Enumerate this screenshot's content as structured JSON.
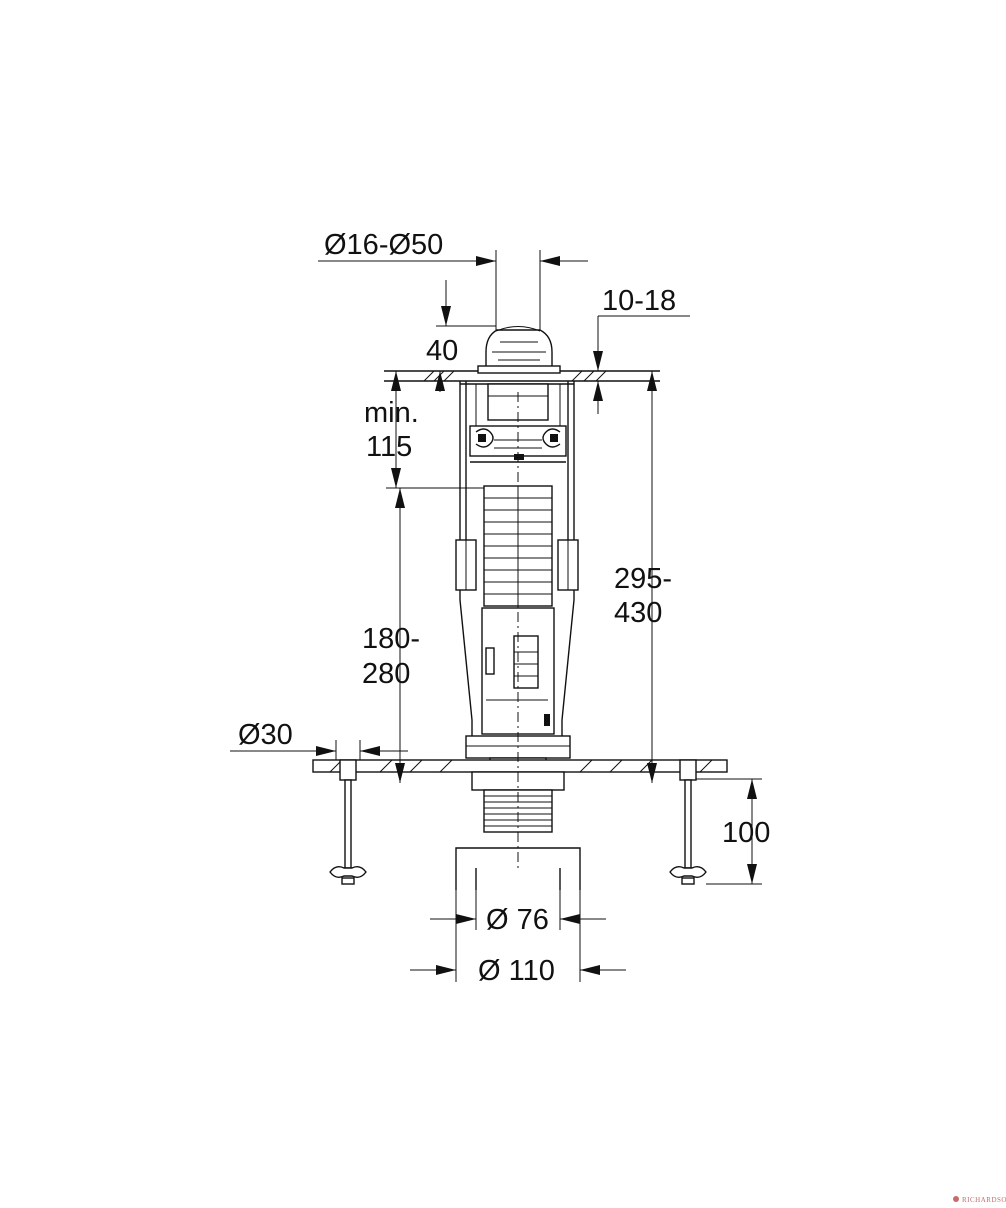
{
  "dimensions": {
    "overflow_diameter": "Ø16-Ø50",
    "panel_thickness": "10-18",
    "top_height": "40",
    "min_label_line1": "min.",
    "min_label_line2": "115",
    "range_180_line1": "180-",
    "range_180_line2": "280",
    "range_295_line1": "295-",
    "range_295_line2": "430",
    "bolt_diameter": "Ø30",
    "bolt_length": "100",
    "outlet_diameter_76": "Ø 76",
    "outlet_diameter_110": "Ø 110"
  },
  "watermark": {
    "text": "RICHARDSON"
  },
  "colors": {
    "line": "#111111",
    "background": "#ffffff",
    "watermark": "#c96a6a"
  }
}
